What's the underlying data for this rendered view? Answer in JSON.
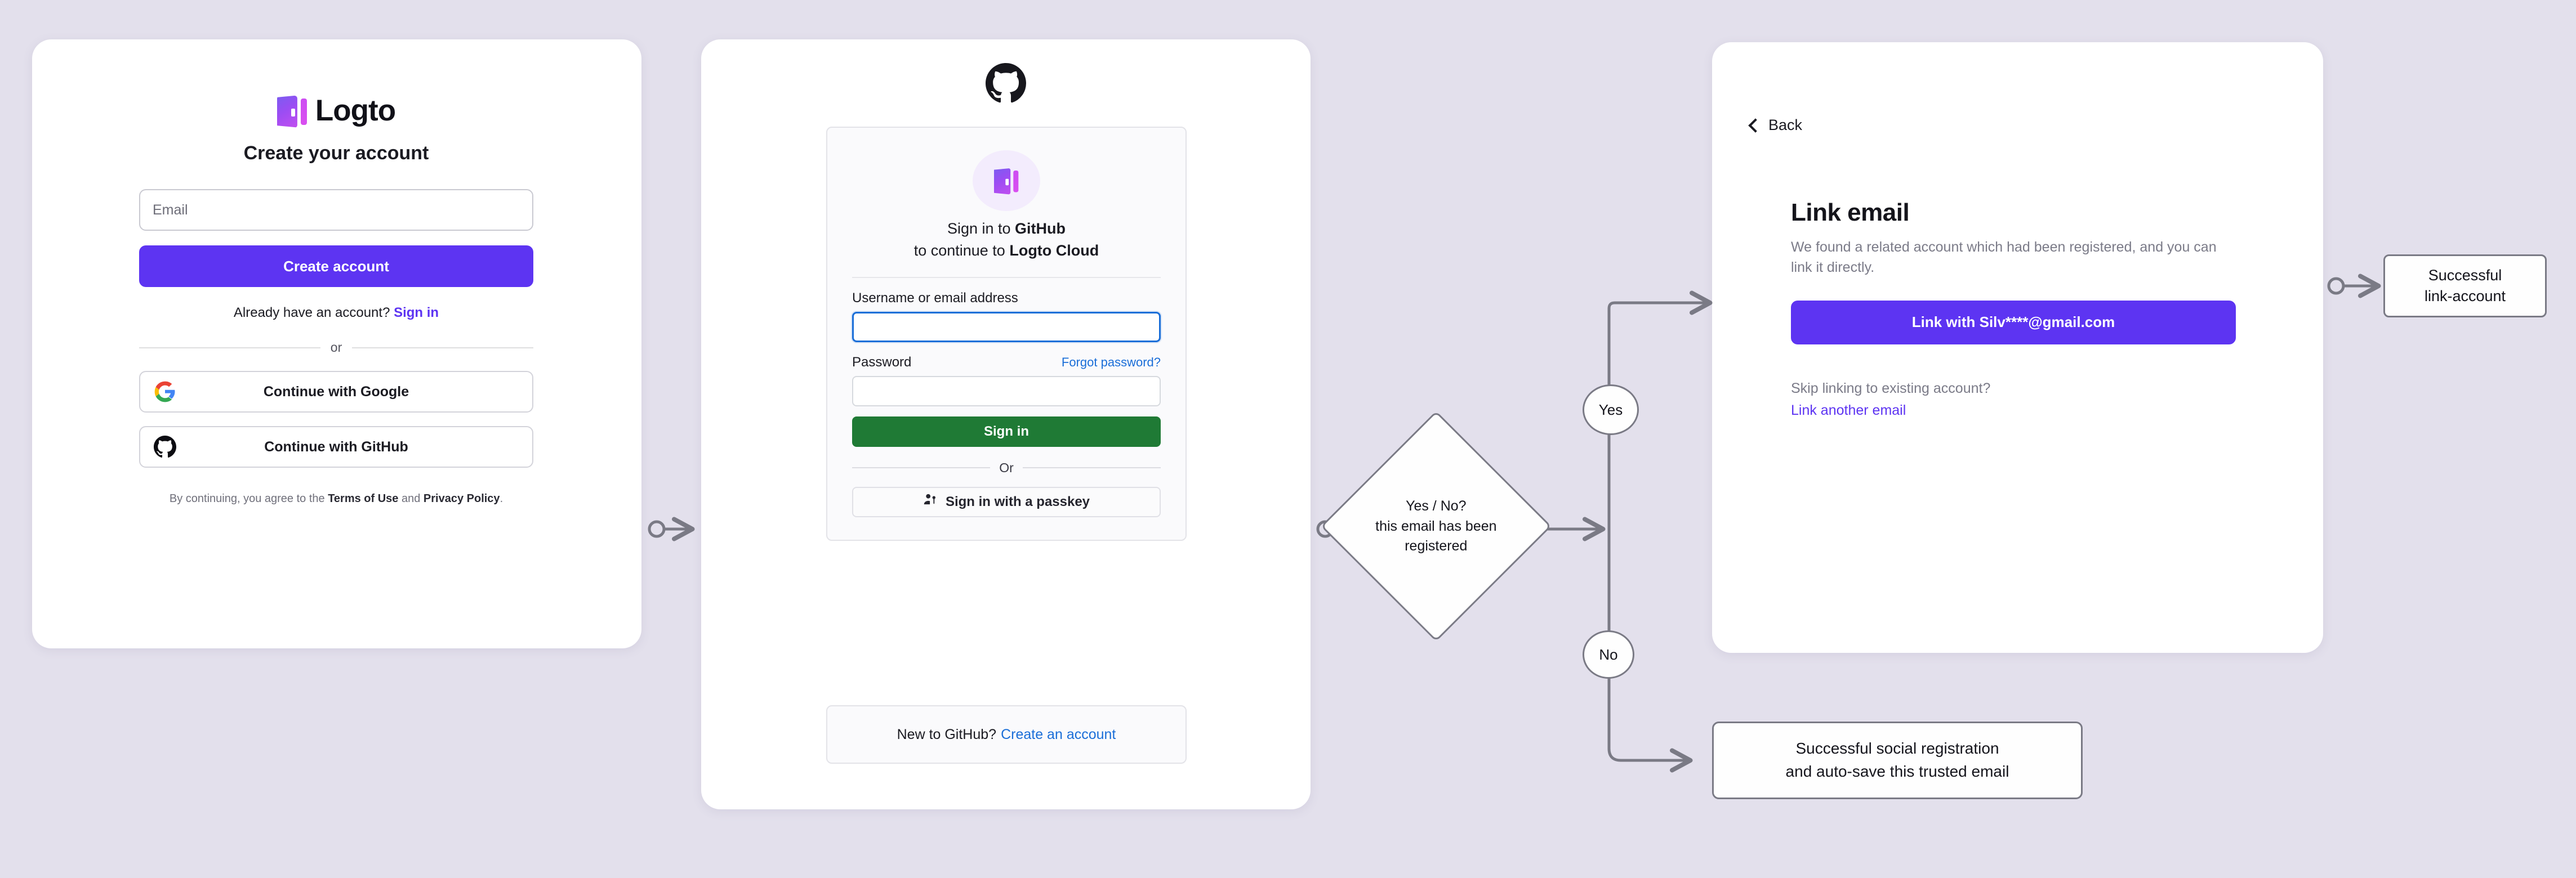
{
  "background_color": "#e3e0ec",
  "accent_purple": "#5d34f2",
  "github_green": "#1f7a35",
  "github_blue": "#1a6ed8",
  "signup_card": {
    "brand": "Logto",
    "title": "Create your account",
    "email_placeholder": "Email",
    "create_account_label": "Create account",
    "already_text": "Already have an account?",
    "sign_in_label": "Sign in",
    "divider_label": "or",
    "google_label": "Continue with Google",
    "github_label": "Continue with GitHub",
    "legal_prefix": "By continuing, you agree to the ",
    "legal_terms": "Terms of Use",
    "legal_and": " and ",
    "legal_privacy": "Privacy Policy",
    "legal_suffix": "."
  },
  "github_card": {
    "heading_line1_prefix": "Sign in to ",
    "heading_line1_strong": "GitHub",
    "heading_line2_prefix": "to continue to ",
    "heading_line2_strong": "Logto Cloud",
    "username_label": "Username or email address",
    "username_value": "",
    "password_label": "Password",
    "password_value": "",
    "forgot_label": "Forgot password?",
    "sign_in_label": "Sign in",
    "divider_label": "Or",
    "passkey_label": "Sign in with a passkey",
    "new_prefix": "New to GitHub?",
    "create_account_label": "Create an account"
  },
  "link_card": {
    "back_label": "Back",
    "title": "Link email",
    "description": "We found a related account which had been registered, and you can link it directly.",
    "link_button_label": "Link with Silv****@gmail.com",
    "skip_text": "Skip linking to existing account?",
    "link_another_label": "Link another email"
  },
  "flow": {
    "decision_line1": "Yes / No?",
    "decision_line2": "this email has been",
    "decision_line3": "registered",
    "yes_label": "Yes",
    "no_label": "No",
    "success_link_line1": "Successful",
    "success_link_line2": "link-account",
    "success_social_line1": "Successful social registration",
    "success_social_line2": "and auto-save this trusted email"
  }
}
